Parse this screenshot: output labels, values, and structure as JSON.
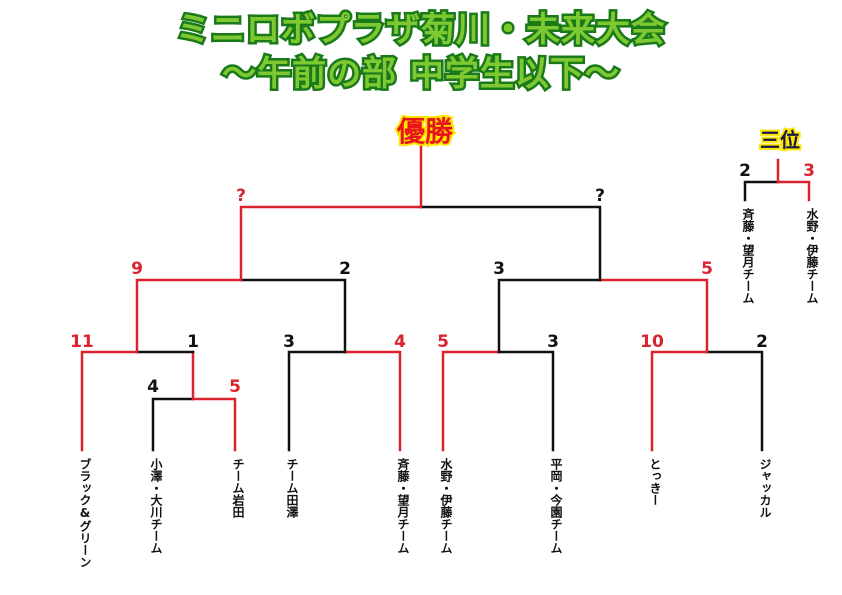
{
  "title": {
    "line1": "ミニロボプラザ菊川・未来大会",
    "line2": "〜午前の部 中学生以下〜"
  },
  "champion_label": "優勝",
  "third_place_label": "三位",
  "colors": {
    "winner": "#d9232e",
    "loser": "#111111",
    "title_fill": "#7ec832",
    "title_outline": "#1a7a1a",
    "highlight": "#ffe600"
  },
  "teams": [
    "ブラック&グリーン",
    "小澤・大川チーム",
    "チーム岩田",
    "チーム田澤",
    "斉藤・望月チーム",
    "水野・伊藤チーム",
    "平岡・今園チーム",
    "とっきー",
    "ジャッカル"
  ],
  "scores": {
    "r0_a": "4",
    "r0_b": "5",
    "r1_m1_a": "11",
    "r1_m1_b": "1",
    "r1_m2_a": "3",
    "r1_m2_b": "4",
    "r1_m3_a": "5",
    "r1_m3_b": "3",
    "r1_m4_a": "10",
    "r1_m4_b": "2",
    "sf1_a": "9",
    "sf1_b": "2",
    "sf2_a": "3",
    "sf2_b": "5",
    "final_a": "?",
    "final_b": "?"
  },
  "third_place": {
    "teams": [
      "斉藤・望月チーム",
      "水野・伊藤チーム"
    ],
    "scores": [
      "2",
      "3"
    ]
  }
}
